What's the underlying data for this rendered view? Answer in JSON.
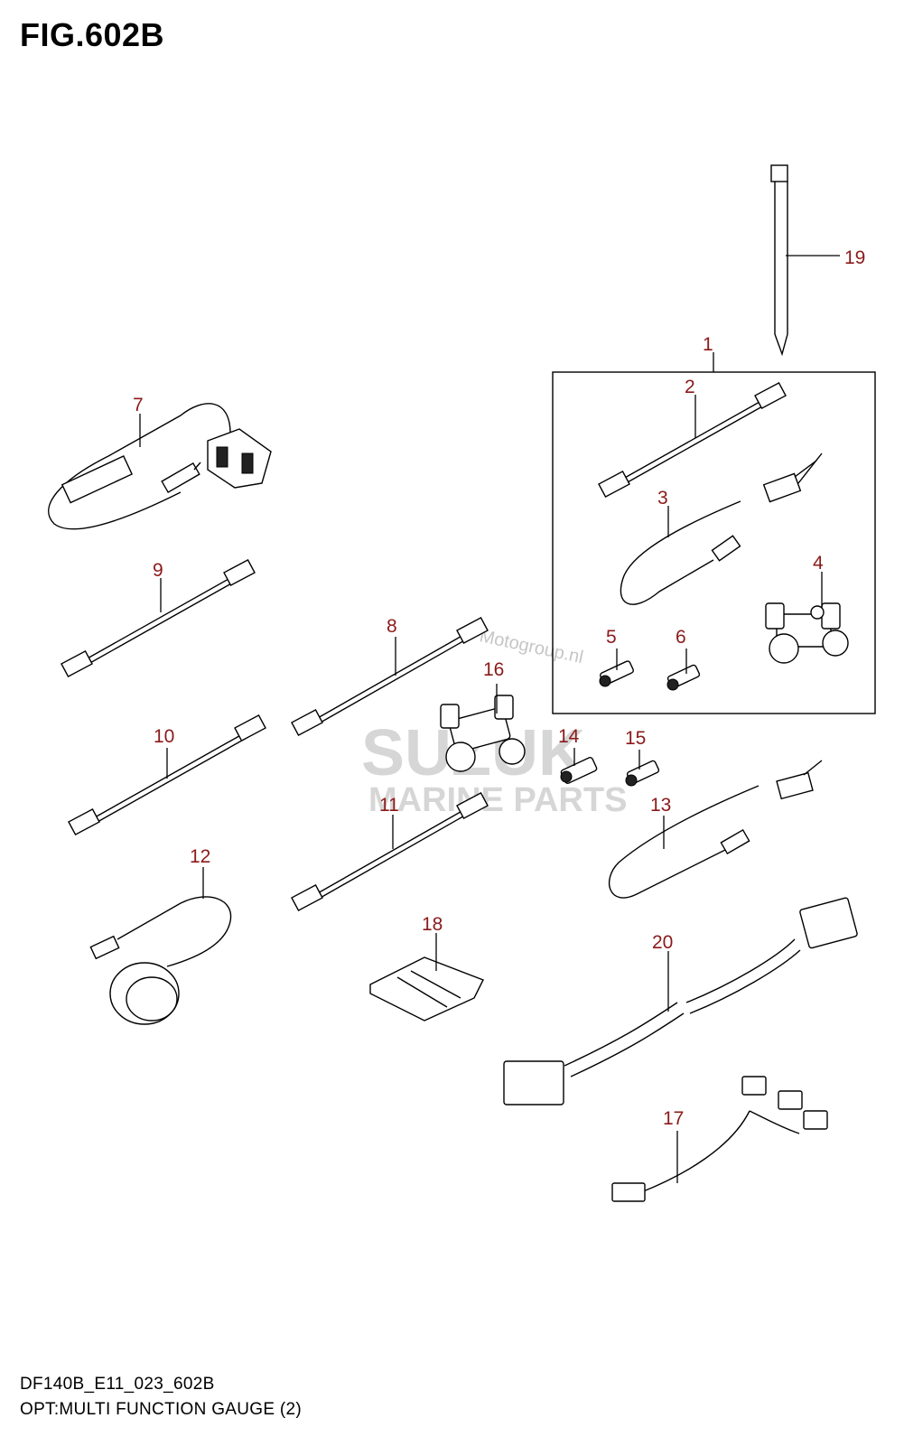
{
  "figure": {
    "title": "FIG.602B",
    "code": "DF140B_E11_023_602B",
    "caption": "OPT:MULTI FUNCTION GAUGE (2)"
  },
  "callouts": [
    "1",
    "2",
    "3",
    "4",
    "5",
    "6",
    "7",
    "8",
    "9",
    "10",
    "11",
    "12",
    "13",
    "14",
    "15",
    "16",
    "17",
    "18",
    "19",
    "20"
  ],
  "watermark": {
    "brand": "SUZUK",
    "sub": "MARINE PARTS",
    "site": "Motogroup.nl"
  },
  "colors": {
    "callout": "#8b1a1a",
    "line": "#000000",
    "watermark": "#d0d0d0"
  }
}
